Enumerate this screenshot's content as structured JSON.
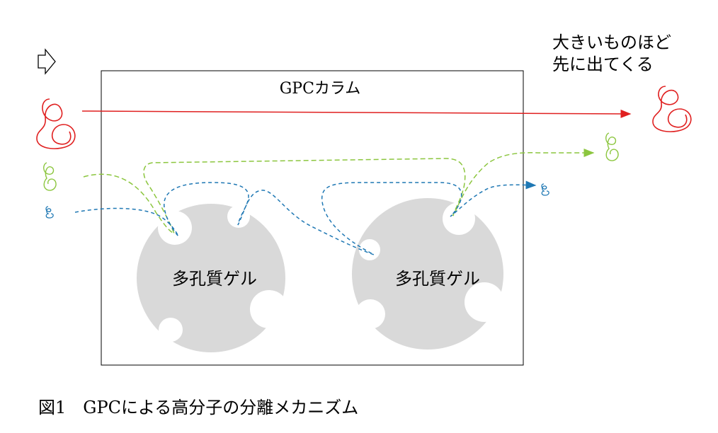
{
  "column": {
    "title": "GPCカラム"
  },
  "note": {
    "line1": "大きいものほど",
    "line2": "先に出てくる"
  },
  "gels": [
    {
      "label": "多孔質ゲル"
    },
    {
      "label": "多孔質ゲル"
    }
  ],
  "caption": "図1　GPCによる高分子の分離メカニズム",
  "colors": {
    "large_molecule": "#e02020",
    "medium_molecule": "#8cc63f",
    "small_molecule": "#1f78b4",
    "gel": "#d9d9d9",
    "frame": "#000000"
  },
  "icons": {
    "inlet": "right-arrow-outline-icon"
  }
}
